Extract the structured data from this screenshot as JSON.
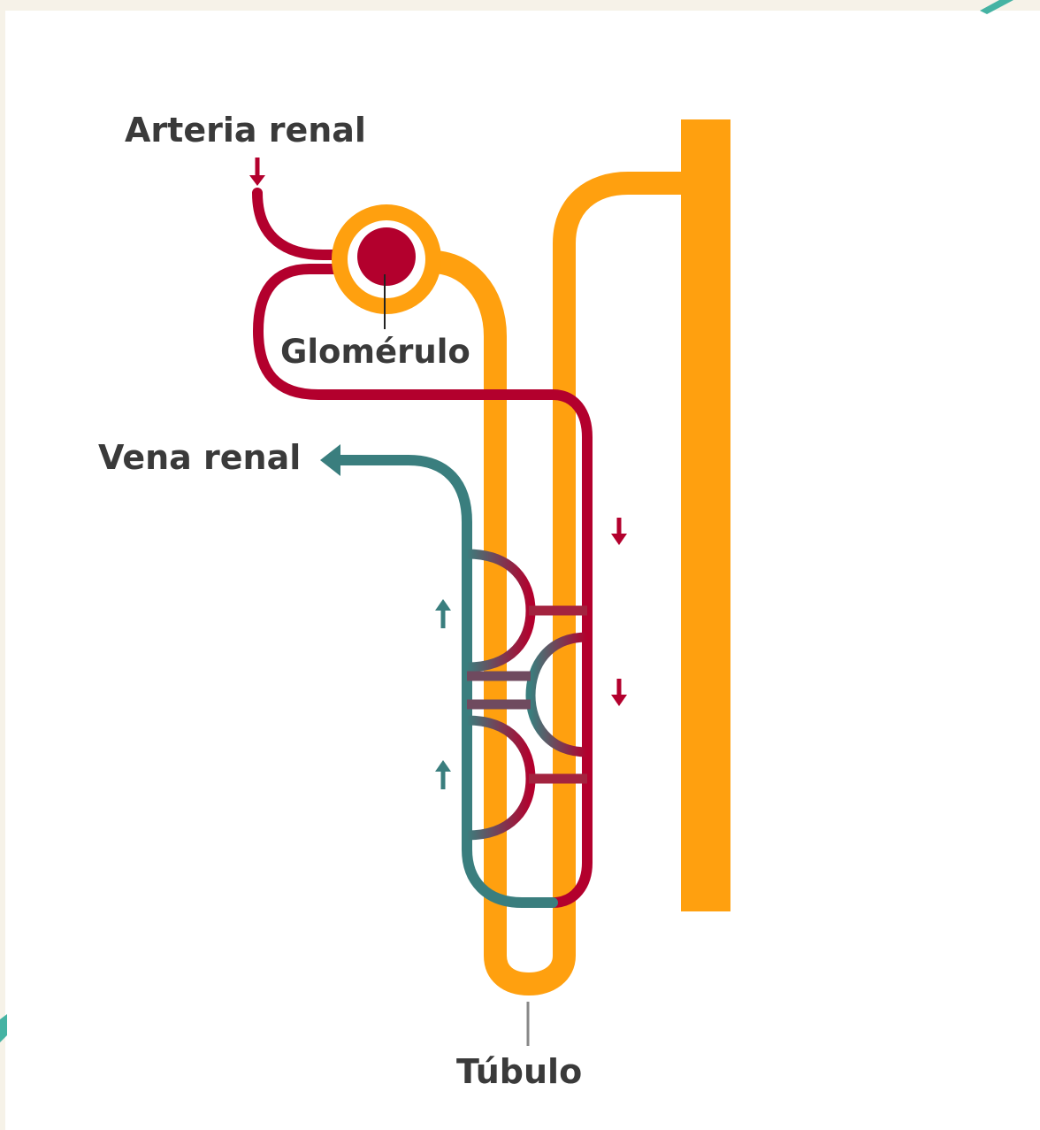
{
  "labels": {
    "arteria": "Arteria renal",
    "glomerulo": "Glomérulo",
    "vena": "Vena renal",
    "tubulo": "Túbulo"
  },
  "colors": {
    "background": "#f6f2e8",
    "panel": "#ffffff",
    "tubule": "#ffa00f",
    "artery": "#b3002d",
    "vein": "#3a7e7e",
    "text": "#3a3a3a",
    "accent": "#45b3a3"
  }
}
